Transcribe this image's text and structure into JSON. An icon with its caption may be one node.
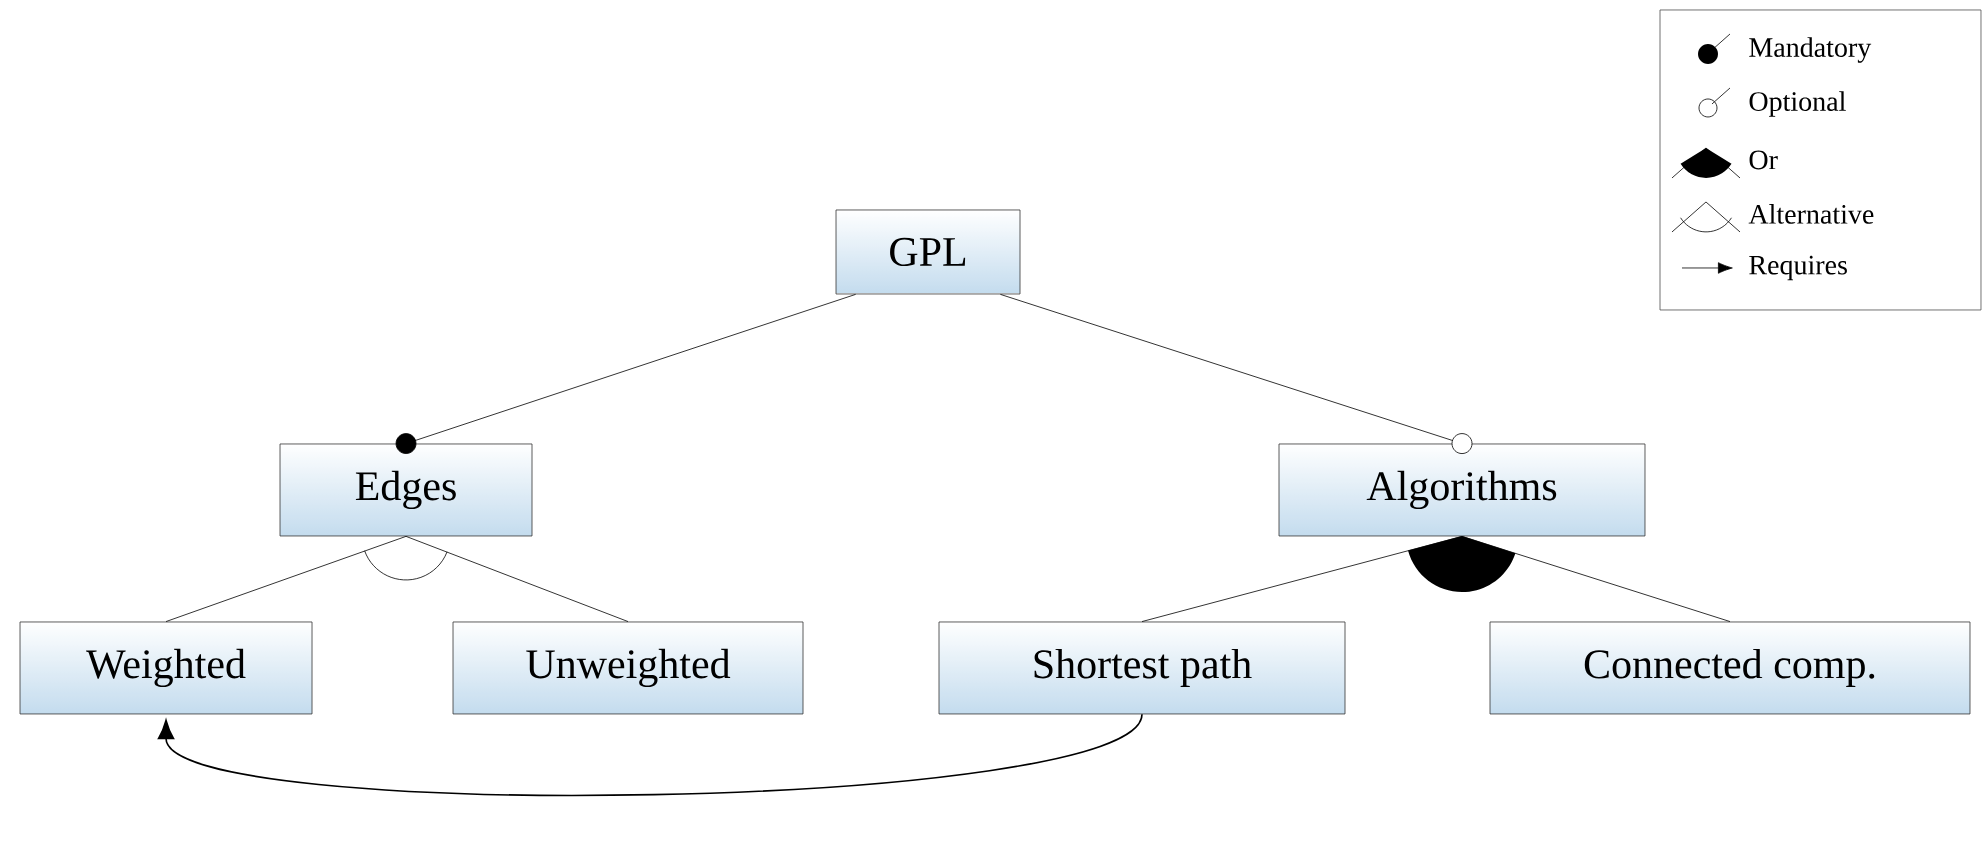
{
  "diagram": {
    "nodes": [
      {
        "text": [
          "GPL"
        ]
      },
      {
        "text": [
          "Edges"
        ]
      },
      {
        "text": [
          "Algorithms"
        ]
      },
      {
        "text": [
          "Weighted"
        ]
      },
      {
        "text": [
          "Unweighted"
        ]
      },
      {
        "text": [
          "Shortest path"
        ]
      },
      {
        "text": [
          "Connected comp."
        ]
      }
    ],
    "edges": [
      {
        "from": 0,
        "to": 1,
        "arrow": "other"
      },
      {
        "from": 0,
        "to": 2,
        "arrow": "other"
      },
      {
        "from": 1,
        "to": 3,
        "arrow": "none"
      },
      {
        "from": 1,
        "to": 4,
        "arrow": "none"
      },
      {
        "from": 2,
        "to": 5,
        "arrow": "none"
      },
      {
        "from": 2,
        "to": 6,
        "arrow": "none"
      },
      {
        "from": 5,
        "to": 3,
        "arrow": "to"
      }
    ],
    "legend": [
      {
        "text": "Mandatory"
      },
      {
        "text": "Optional"
      },
      {
        "text": "Or"
      },
      {
        "text": "Alternative"
      },
      {
        "text": "Requires"
      }
    ]
  }
}
